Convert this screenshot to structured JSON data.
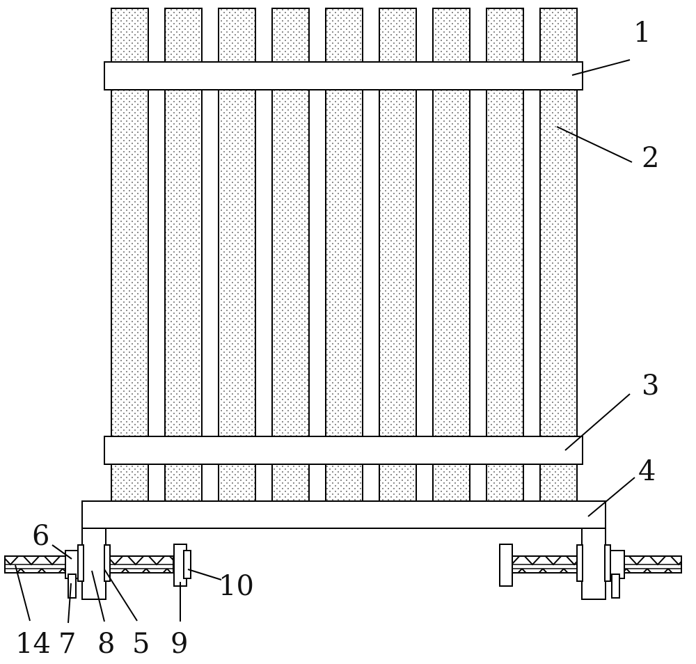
{
  "diagram": {
    "callouts": [
      "1",
      "2",
      "3",
      "4",
      "6",
      "10",
      "14",
      "7",
      "8",
      "5",
      "9"
    ],
    "panel_count": 9,
    "colors": {
      "line": "#000000",
      "panel_fill": "#ffffff",
      "dot_fill": "#3c3c3c",
      "text": "#111111"
    }
  }
}
